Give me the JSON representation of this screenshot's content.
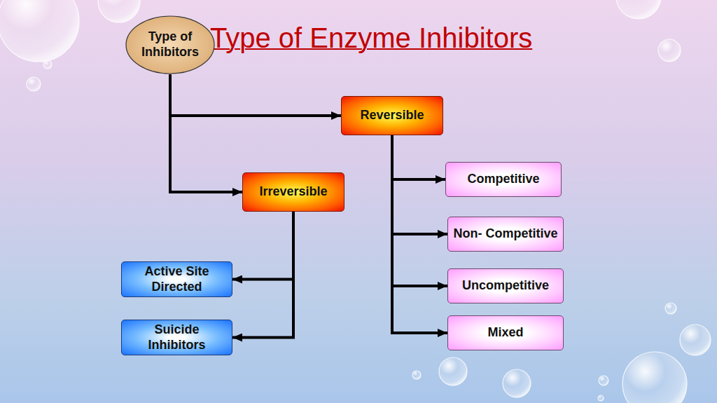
{
  "diagram": {
    "title": "Type of Enzyme Inhibitors",
    "nodes": [
      {
        "text": [
          "Type of Inhibitors"
        ]
      },
      {
        "text": [
          "Reversible"
        ]
      },
      {
        "text": [
          "Competitive"
        ]
      },
      {
        "text": [
          "Irreversible"
        ]
      },
      {
        "text": [
          "Non- Competitive"
        ]
      },
      {
        "text": [
          "Active Site Directed"
        ]
      },
      {
        "text": [
          "Uncompetitive"
        ]
      },
      {
        "text": [
          "Suicide Inhibitors"
        ]
      },
      {
        "text": [
          "Mixed"
        ]
      }
    ],
    "edges": [
      {
        "from": 0,
        "to": 1,
        "arrow": "to"
      },
      {
        "from": 0,
        "to": 3,
        "arrow": "to"
      },
      {
        "from": 1,
        "to": 2,
        "arrow": "to"
      },
      {
        "from": 1,
        "to": 4,
        "arrow": "to"
      },
      {
        "from": 1,
        "to": 6,
        "arrow": "to"
      },
      {
        "from": 1,
        "to": 8,
        "arrow": "to"
      },
      {
        "from": 3,
        "to": 5,
        "arrow": "to"
      },
      {
        "from": 3,
        "to": 7,
        "arrow": "to"
      }
    ]
  }
}
